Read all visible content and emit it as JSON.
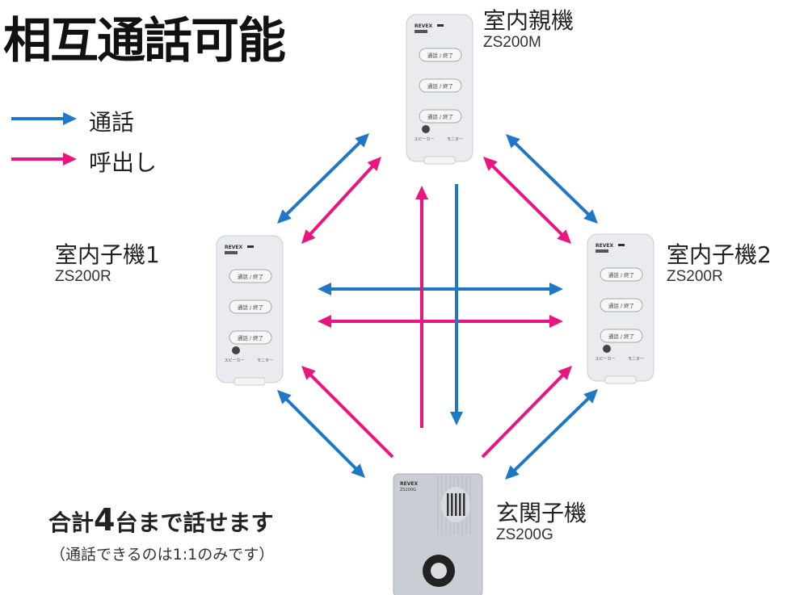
{
  "title": "相互通話可能",
  "legend": [
    {
      "label": "通話",
      "color": "#1f77c6"
    },
    {
      "label": "呼出し",
      "color": "#e8177f"
    }
  ],
  "devices": {
    "master": {
      "name": "室内親機",
      "model": "ZS200M"
    },
    "sub1": {
      "name": "室内子機1",
      "model": "ZS200R"
    },
    "sub2": {
      "name": "室内子機2",
      "model": "ZS200R"
    },
    "entrance": {
      "name": "玄関子機",
      "model": "ZS200G"
    }
  },
  "device_panel": {
    "brand": "REVEX",
    "button": "通話 / 終了",
    "speaker": "スピーカー",
    "monitor": "モニター",
    "entrance_model": "ZS200G"
  },
  "summary": {
    "pre": "合計",
    "num": "4",
    "post": "台まで話せます",
    "note": "（通話できるのは1:1のみです）"
  }
}
